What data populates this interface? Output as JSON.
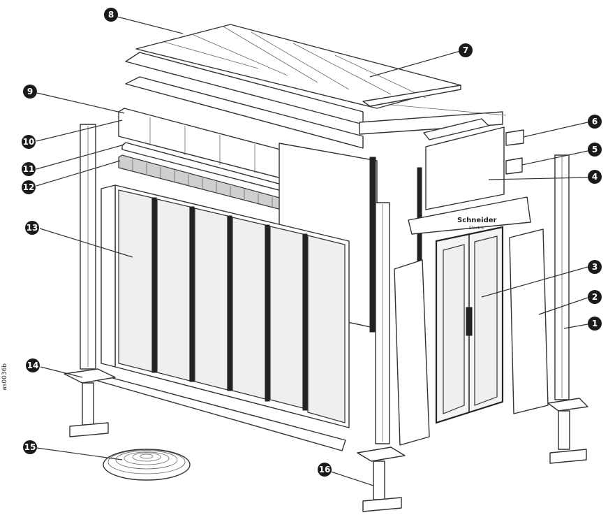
{
  "figure": {
    "side_code": "as0036b",
    "brand_label": "Schneider",
    "brand_sublabel": "Electric"
  },
  "callouts": [
    "1",
    "2",
    "3",
    "4",
    "5",
    "6",
    "7",
    "8",
    "9",
    "10",
    "11",
    "12",
    "13",
    "14",
    "15",
    "16"
  ],
  "colors": {
    "callout_fill": "#1a1a1a",
    "line": "#333333",
    "panel": "#efefef"
  }
}
